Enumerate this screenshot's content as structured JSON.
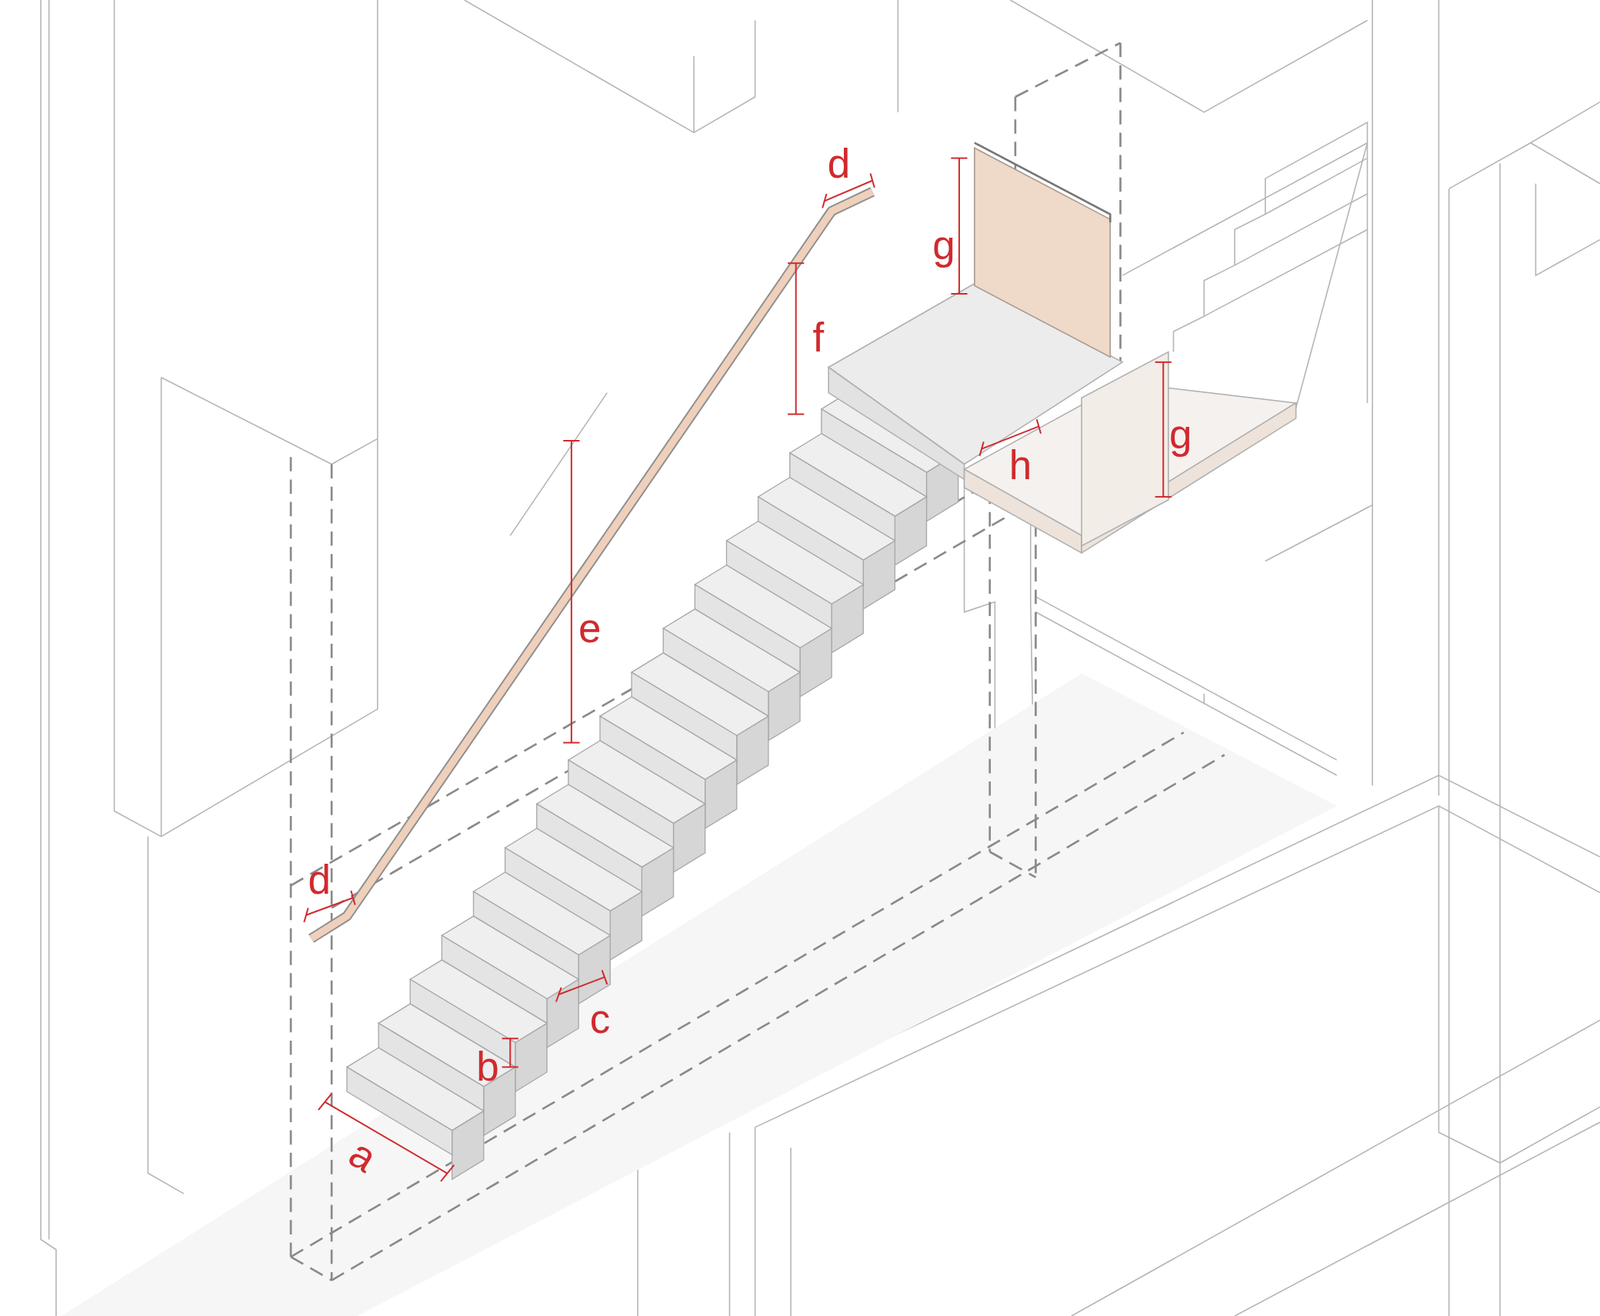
{
  "diagram": {
    "labels": [
      "d",
      "g",
      "f",
      "e",
      "h",
      "g",
      "d",
      "c",
      "b",
      "a"
    ]
  }
}
